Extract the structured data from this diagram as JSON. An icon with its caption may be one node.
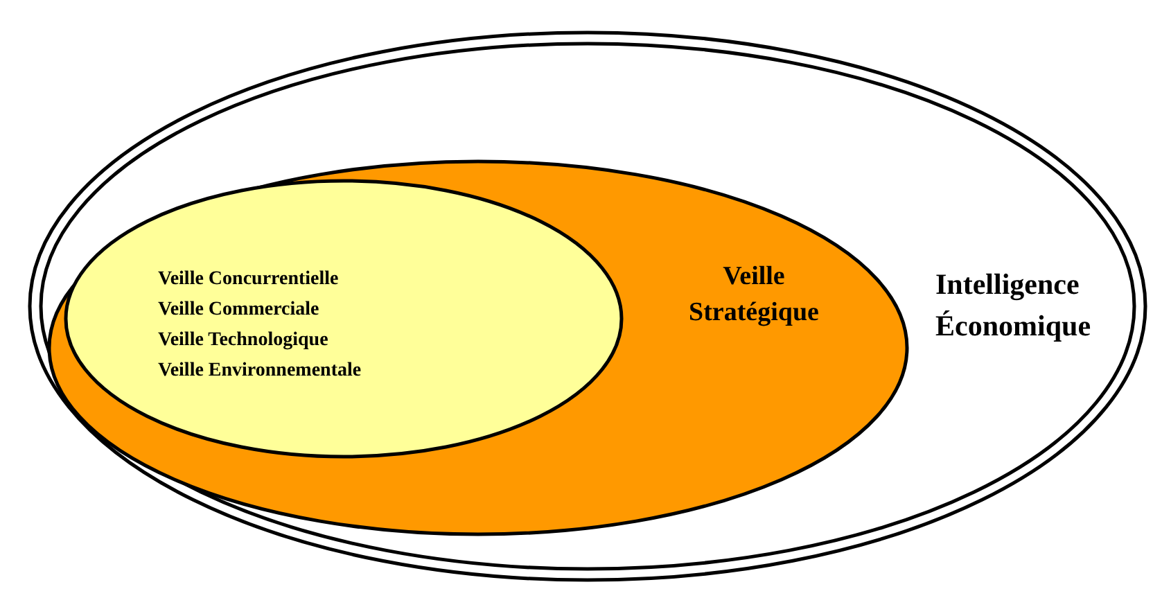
{
  "diagram": {
    "nodes": [
      {
        "text": [
          "Intelligence Économique"
        ]
      },
      {
        "text": [
          "Veille Stratégique"
        ],
        "in": 0
      },
      {
        "text": [
          "Veille Concurrentielle",
          "Veille Commerciale",
          "Veille Technologique",
          "Veille Environnementale"
        ],
        "in": 1
      }
    ]
  }
}
